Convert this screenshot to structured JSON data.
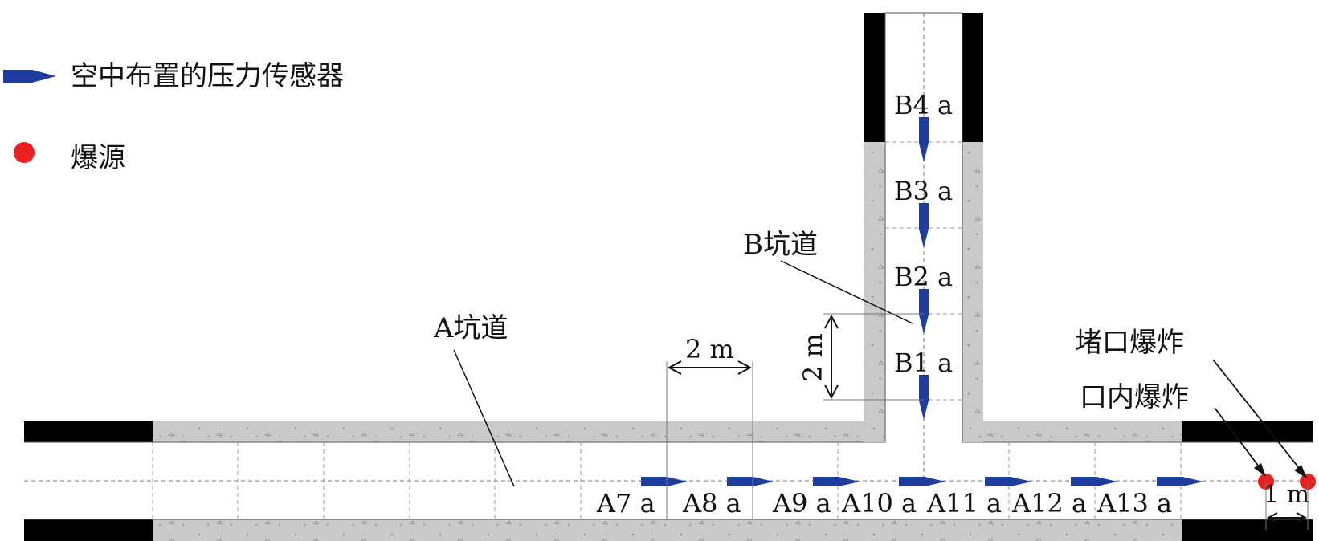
{
  "legend": {
    "sensor_label": "空中布置的压力传感器",
    "source_label": "爆源"
  },
  "tunnels": {
    "a_label": "A坑道",
    "b_label": "B坑道"
  },
  "dimensions": {
    "horizontal": "2 m",
    "vertical": "2 m",
    "end": "1 m"
  },
  "explosions": {
    "plugged": "堵口爆炸",
    "inner": "口内爆炸"
  },
  "sensors_a": [
    "A7",
    "A8",
    "A9",
    "A10",
    "A11",
    "A12",
    "A13"
  ],
  "sensors_b": [
    "B4",
    "B3",
    "B2",
    "B1"
  ],
  "sensor_suffix": "a",
  "colors": {
    "sensor": "#1f3d9e",
    "source": "#e8221e",
    "concrete": "#c8c8c8",
    "wall": "#000000"
  }
}
